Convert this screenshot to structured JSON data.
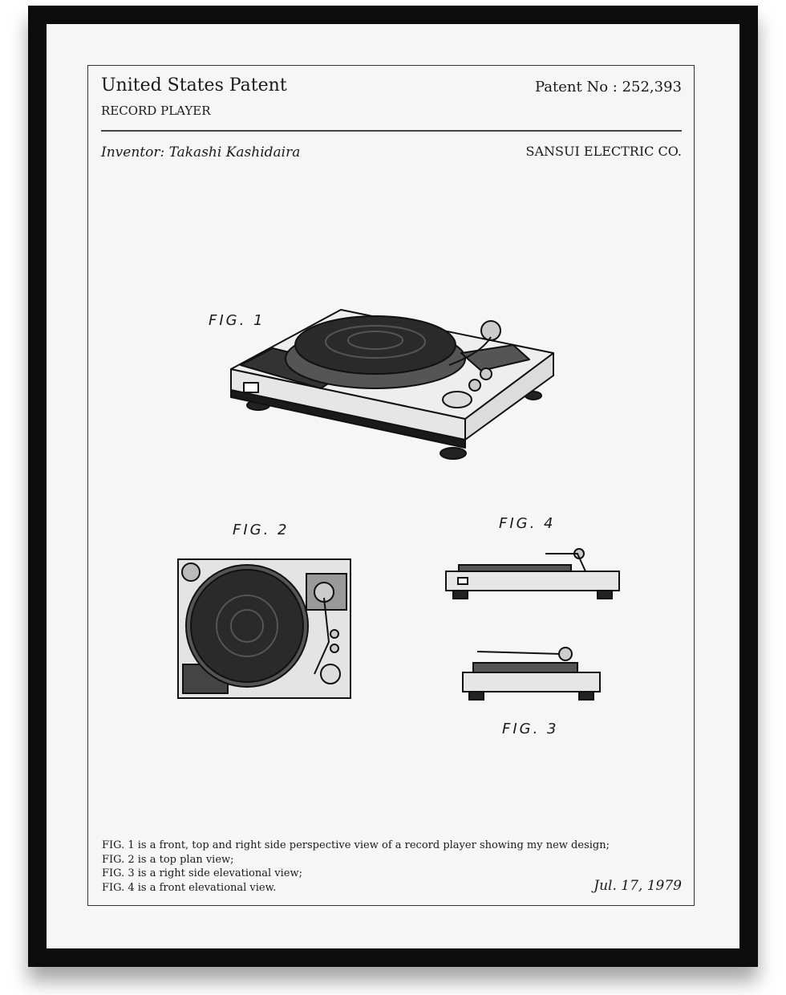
{
  "header": {
    "title": "United States Patent",
    "subtitle": "RECORD PLAYER",
    "patent_number": "Patent No : 252,393",
    "inventor": "Inventor: Takashi Kashidaira",
    "company": "SANSUI ELECTRIC CO."
  },
  "figures": {
    "fig1": "FIG. 1",
    "fig2": "FIG. 2",
    "fig3": "FIG. 3",
    "fig4": "FIG. 4"
  },
  "description": [
    "FIG. 1 is  a front, top and right side perspective view of a record player showing my new design;",
    "FIG. 2 is a top plan view;",
    "FIG. 3 is a  right side elevational view;",
    "FIG. 4 is a front elevational view."
  ],
  "date": "Jul. 17, 1979"
}
